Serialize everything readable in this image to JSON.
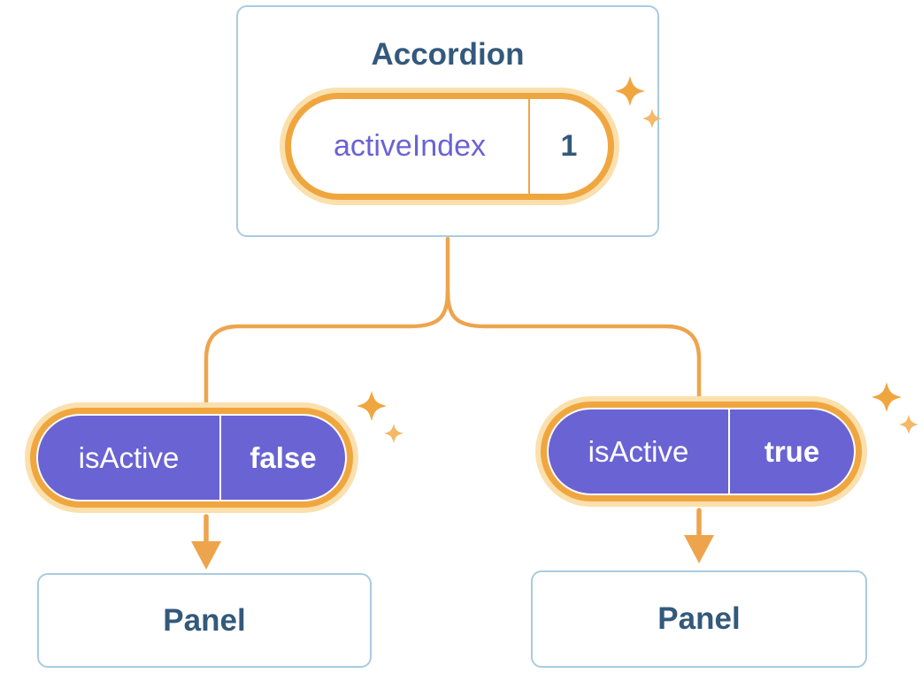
{
  "colors": {
    "orange": "#F0A63F",
    "orange_glow": "#FBE0AE",
    "connector_orange": "#EEA44C",
    "purple": "#6A63D3",
    "card_border": "#A9CBDF",
    "heading_text": "#33597B"
  },
  "accordion": {
    "title": "Accordion",
    "state": {
      "name": "activeIndex",
      "value": "1"
    }
  },
  "branches": [
    {
      "prop": {
        "name": "isActive",
        "value": "false"
      },
      "panel": {
        "title": "Panel"
      }
    },
    {
      "prop": {
        "name": "isActive",
        "value": "true"
      },
      "panel": {
        "title": "Panel"
      }
    }
  ]
}
